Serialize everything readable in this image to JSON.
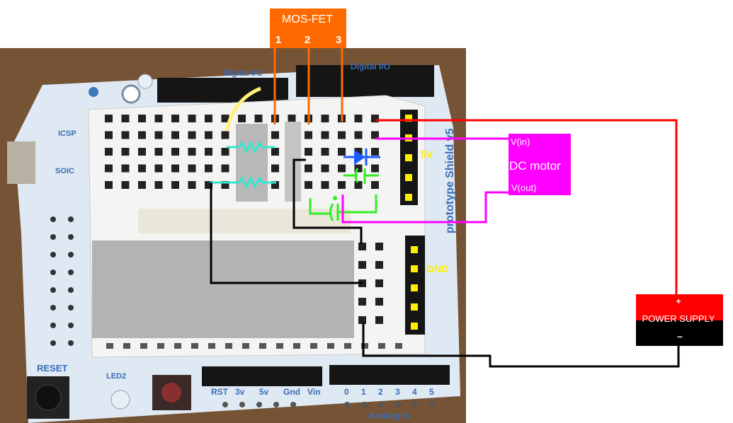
{
  "mosfet": {
    "title": "MOS-FET",
    "pins": [
      "1",
      "2",
      "3"
    ],
    "color": "#ff6a00"
  },
  "header_labels": {
    "five_volt": "5V",
    "ground": "GND"
  },
  "motor": {
    "v_in": "V(in)",
    "title": "DC motor",
    "v_out": "V(out)",
    "color": "#ff00ff"
  },
  "power_supply": {
    "plus": "+",
    "title": "POWER SUPPLY",
    "minus": "–",
    "positive_color": "#ff0000",
    "negative_color": "#000000"
  },
  "board_silkscreen": {
    "digital": "Digital I/O",
    "icsp": "ICSP",
    "soic": "SOIC",
    "reset": "RESET",
    "led": "LED2",
    "power_pins": [
      "RST",
      "3v",
      "5v",
      "Gnd",
      "Vin"
    ],
    "analog_pins": [
      "0",
      "1",
      "2",
      "3",
      "4",
      "5"
    ],
    "analog": "Analog In",
    "shield": "prototype Shield v5"
  },
  "wire_colors": {
    "power": "#ff0000",
    "motor": "#ff00ff",
    "ground": "#000000",
    "resistor": "#33e6d0",
    "diode": "#1a5cff",
    "capacitor": "#33ee22"
  }
}
